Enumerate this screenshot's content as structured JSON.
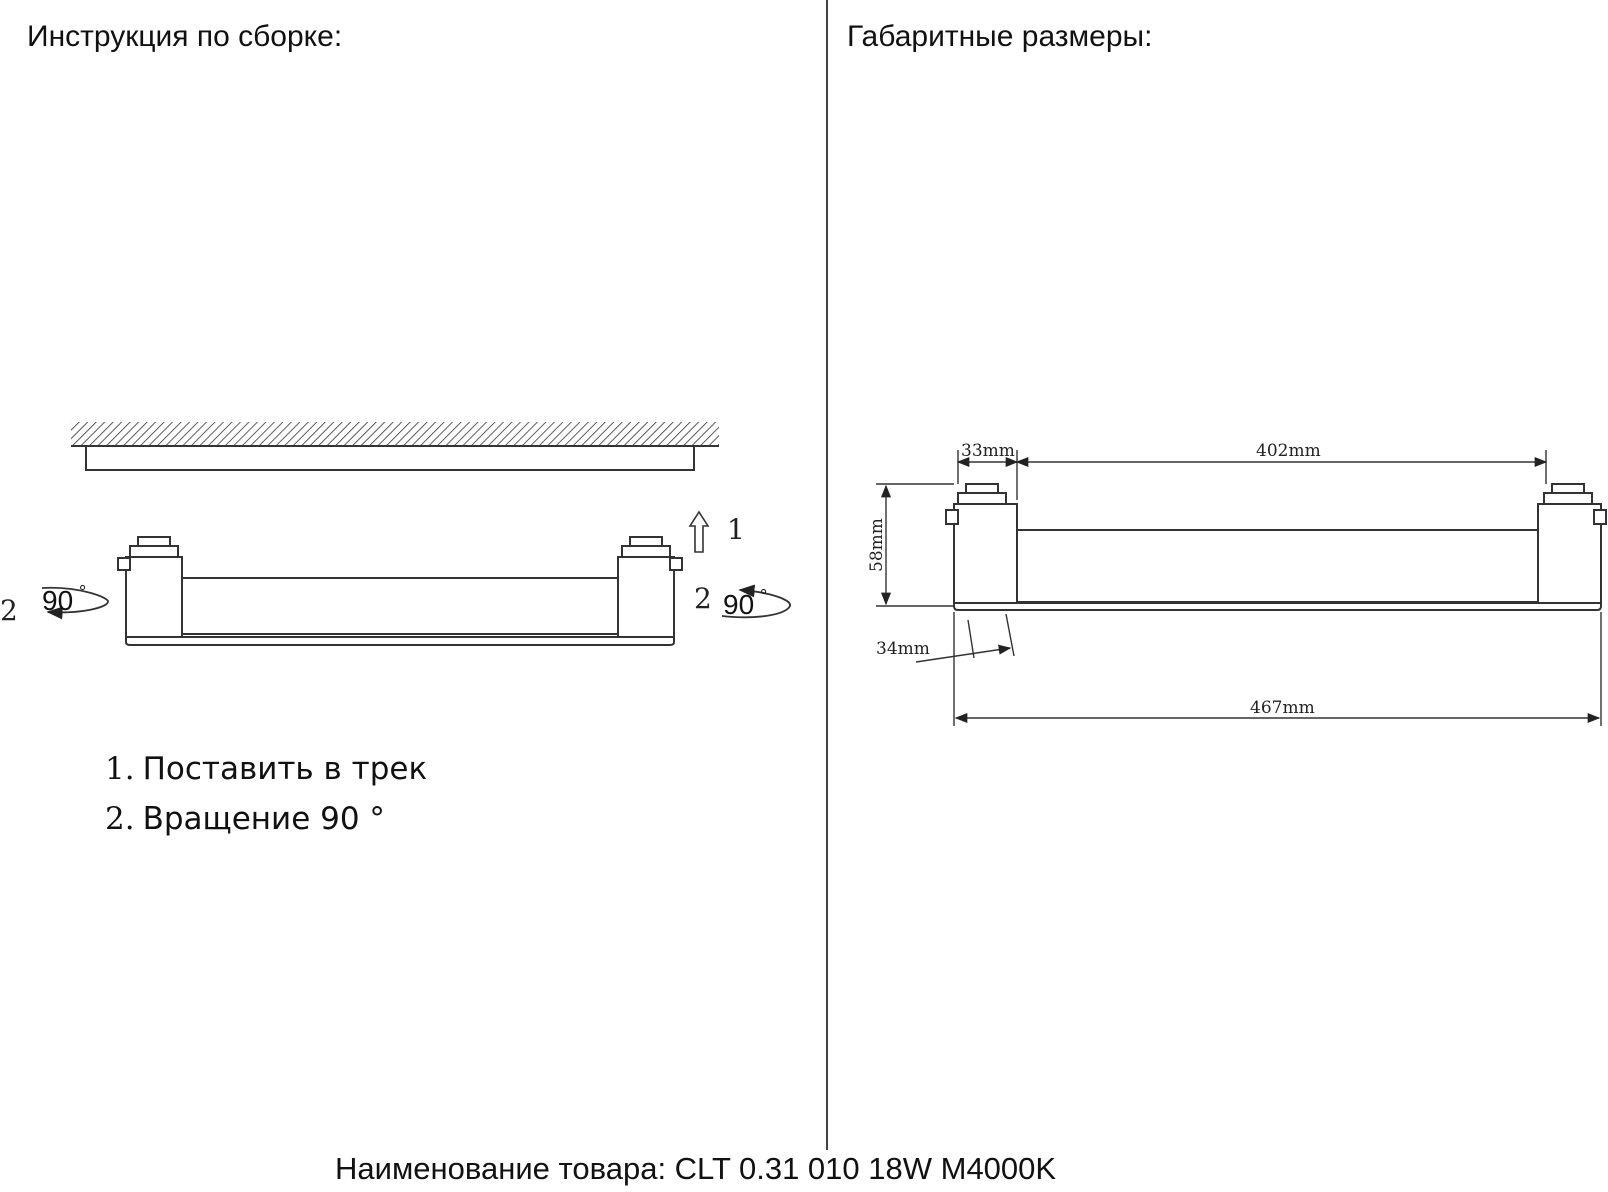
{
  "headings": {
    "assembly": "Инструкция по сборке:",
    "dimensions": "Габаритные размеры:"
  },
  "assembly": {
    "step_markers": {
      "up": "1",
      "rotate_left": "2",
      "rotate_right": "2"
    },
    "angle_left": "90",
    "angle_right": "90",
    "steps": [
      {
        "num": "1.",
        "text": "Поставить в трек"
      },
      {
        "num": "2.",
        "text": "Вращение 90 °"
      }
    ]
  },
  "dimensions": {
    "adapter_width": "33mm",
    "body_length": "402mm",
    "height": "58mm",
    "profile_width": "34mm",
    "total_length": "467mm"
  },
  "product": {
    "label": "Наименование товара: CLT 0.31 010 18W M4000K"
  }
}
